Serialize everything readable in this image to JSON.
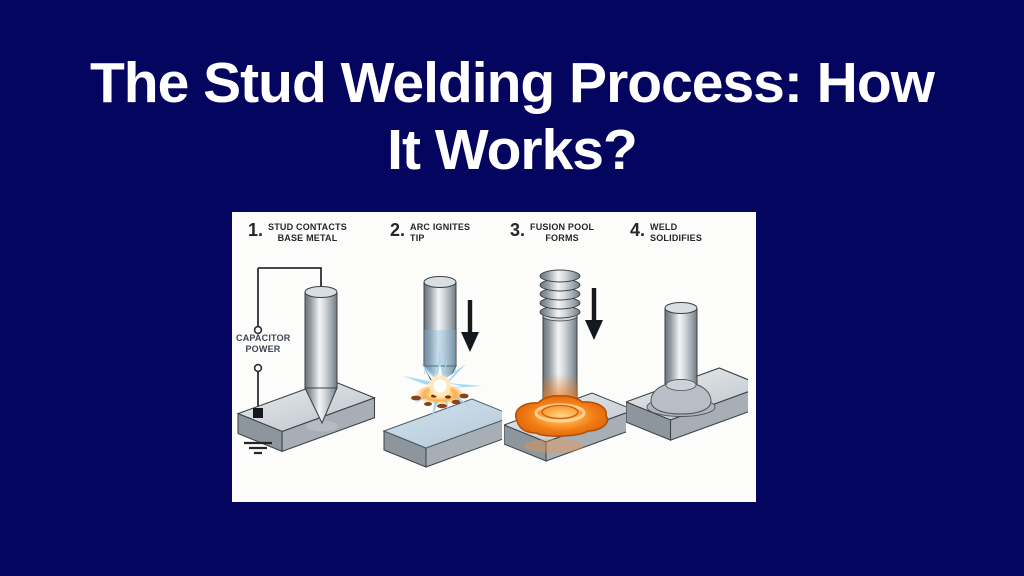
{
  "page": {
    "background_color": "#04055e",
    "title": {
      "line1": "The Stud Welding Process: How",
      "line2": "It Works?",
      "color": "#ffffff"
    }
  },
  "diagram": {
    "panel_color": "#fcfcfa",
    "step_text_color": "#26262b",
    "steps": [
      {
        "number": "1.",
        "label_lines": [
          "STUD CONTACTS",
          "BASE METAL"
        ]
      },
      {
        "number": "2.",
        "label_lines": [
          "ARC IGNITES",
          "TIP"
        ]
      },
      {
        "number": "3.",
        "label_lines": [
          "FUSION POOL",
          "FORMS"
        ]
      },
      {
        "number": "4.",
        "label_lines": [
          "WELD",
          "SOLIDIFIES"
        ]
      }
    ],
    "capacitor_label": {
      "line1": "CAPACITOR",
      "line2": "POWER",
      "color": "#3f4654"
    },
    "icons": {
      "down_arrow_icon": "▼",
      "ground_icon": "⏚",
      "terminal_dot_icon": "○"
    },
    "colors": {
      "steel_highlight": "#f2f5f7",
      "steel_mid": "#9aa2aa",
      "steel_shadow": "#6a727a",
      "plate_top": "#dde2e6",
      "plate_left_face": "#8e969d",
      "plate_right_face": "#a7aeb5",
      "outline": "#3a4046",
      "arc_blue": "#9fd4f2",
      "flash_core": "#ffffff",
      "flash_orange": "#ffad45",
      "spatter_brown": "#8a4315",
      "molten_orange": "#f27d14",
      "molten_rim": "#ffd9a2",
      "weld_fillet_gray": "#b7bec5",
      "arrow_black": "#15181c",
      "wire_dark": "#2b3036"
    }
  }
}
